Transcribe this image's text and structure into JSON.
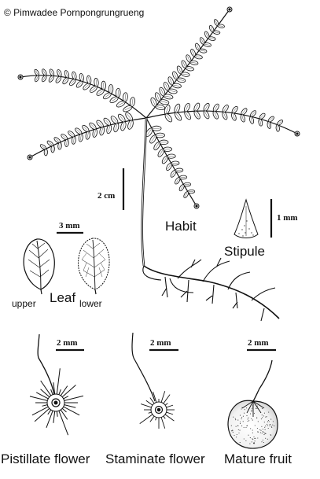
{
  "copyright": "© Pimwadee Pornpongrungrueng",
  "habit": {
    "label": "Habit",
    "scale": "2 cm"
  },
  "stipule": {
    "label": "Stipule",
    "scale": "1 mm"
  },
  "leaf": {
    "label": "Leaf",
    "upper": "upper",
    "lower": "lower",
    "scale": "3 mm"
  },
  "pistillate": {
    "label": "Pistillate flower",
    "scale": "2 mm"
  },
  "staminate": {
    "label": "Staminate flower",
    "scale": "2 mm"
  },
  "fruit": {
    "label": "Mature fruit",
    "scale": "2 mm"
  },
  "colors": {
    "ink": "#111111",
    "paper": "#ffffff"
  }
}
